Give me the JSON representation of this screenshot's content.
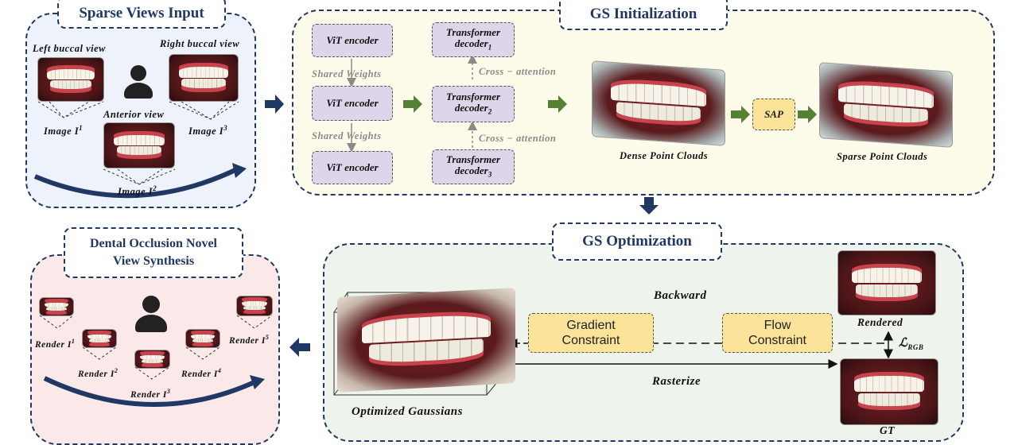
{
  "sparse_views": {
    "title": "Sparse Views Input",
    "left_view": "Left buccal view",
    "right_view": "Right buccal view",
    "anterior_view": "Anterior view",
    "image1": "Image I",
    "image1_sup": "1",
    "image2": "Image I",
    "image2_sup": "2",
    "image3": "Image I",
    "image3_sup": "3"
  },
  "gs_init": {
    "title": "GS Initialization",
    "encoders": [
      "ViT encoder",
      "ViT encoder",
      "ViT encoder"
    ],
    "decoder_label": "Transformer",
    "decoder_word": "decoder",
    "decoder_subs": [
      "1",
      "2",
      "3"
    ],
    "shared_weights": "Shared Weights",
    "cross_attention": "Cross − attention",
    "sap": "SAP",
    "dense": "Dense Point Clouds",
    "sparse": "Sparse Point Clouds"
  },
  "gs_opt": {
    "title": "GS Optimization",
    "backward": "Backward",
    "rasterize": "Rasterize",
    "gradient_constraint": "Gradient Constraint",
    "flow_constraint": "Flow Constraint",
    "optimized": "Optimized Gaussians",
    "rendered": "Rendered",
    "loss_main": "ℒ",
    "loss_sub": "RGB",
    "gt": "GT"
  },
  "novel_view": {
    "title_line1": "Dental Occlusion Novel",
    "title_line2": "View Synthesis",
    "render_label": "Render I",
    "render_sups": [
      "1",
      "2",
      "3",
      "4",
      "5"
    ]
  },
  "colors": {
    "navy": "#1f3864",
    "green_arrow": "#548235",
    "panel_blue": "#eef2fb",
    "panel_yellow": "#fdfbea",
    "panel_green": "#eef3ec",
    "panel_pink": "#fbe9e9",
    "encoder_fill": "#ddd6ea",
    "constraint_fill": "#fbe49a"
  }
}
